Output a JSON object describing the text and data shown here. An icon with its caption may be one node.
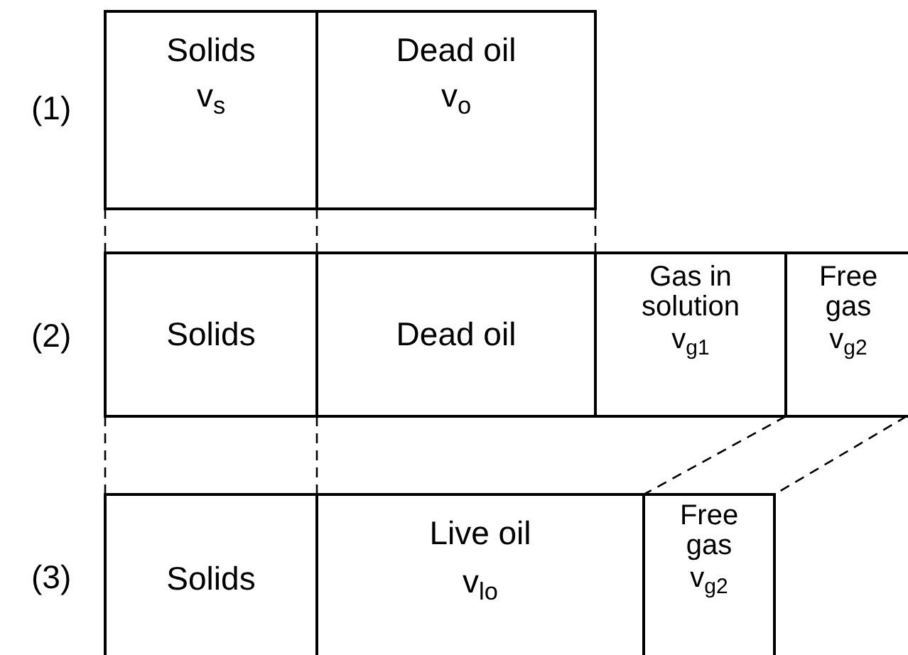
{
  "diagram": {
    "nodes": [
      {
        "text": [
          "Solids",
          "v$_{s}$"
        ]
      },
      {
        "text": [
          "Dead oil",
          "v$_{o}$"
        ]
      },
      {
        "text": [
          "Solids"
        ]
      },
      {
        "text": [
          "Dead oil"
        ]
      },
      {
        "text": [
          "Gas in solution",
          "v$_{g1}$"
        ]
      },
      {
        "text": [
          "Free gas",
          "v$_{g2}$"
        ]
      },
      {
        "text": [
          "Solids"
        ]
      },
      {
        "text": [
          "Live oil",
          "v$_{lo}$"
        ]
      },
      {
        "text": [
          "Free gas",
          "v$_{g2}$"
        ]
      }
    ],
    "edges": [
      {
        "from": 0,
        "to": 2,
        "arrow": "none",
        "style": "dashed"
      },
      {
        "from": 1,
        "to": 3,
        "arrow": "none",
        "style": "dashed"
      },
      {
        "from": 1,
        "to": 3,
        "arrow": "none",
        "style": "dashed"
      },
      {
        "from": 2,
        "to": 6,
        "arrow": "none",
        "style": "dashed"
      },
      {
        "from": 3,
        "to": 7,
        "arrow": "none",
        "style": "dashed"
      },
      {
        "from": 4,
        "to": 7,
        "arrow": "none",
        "style": "dashed"
      },
      {
        "from": 5,
        "to": 8,
        "arrow": "none",
        "style": "dashed"
      }
    ],
    "labels": [
      "(1)",
      "(2)",
      "(3)"
    ]
  }
}
